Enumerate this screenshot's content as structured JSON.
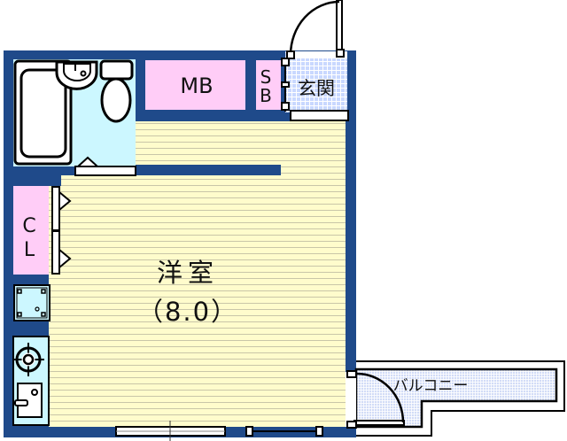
{
  "plan": {
    "rooms": {
      "main_room": {
        "name": "洋室",
        "size": "（8.0）"
      },
      "mb": "MB",
      "sb_s": "S",
      "sb_b": "B",
      "entrance": "玄関",
      "closet_c": "C",
      "closet_l": "L",
      "balcony": "バルコニー"
    },
    "colors": {
      "wall": "#1f4a8a",
      "floor": "#fffccc",
      "floor_line": "#c9c6a8",
      "storage": "#ffcdf7",
      "wet_area": "#ccf7ff",
      "tile": "#d5e2ff",
      "tile_line": "#ffffff"
    }
  }
}
